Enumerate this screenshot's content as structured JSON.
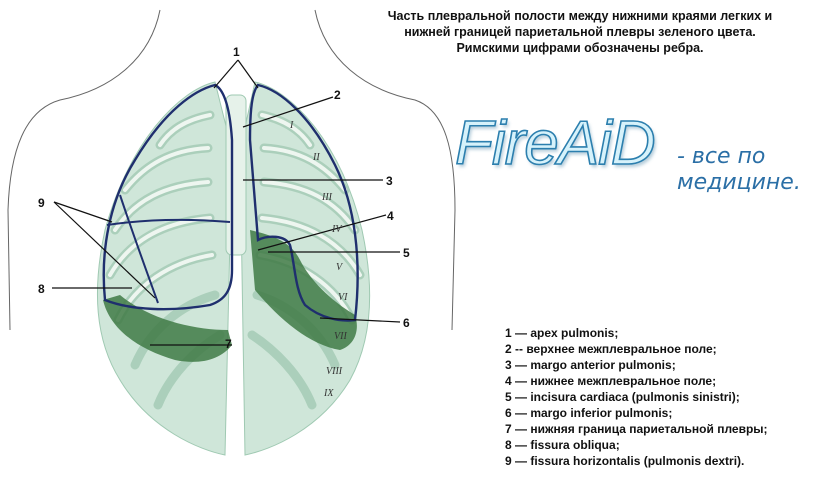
{
  "caption": {
    "line1": "Часть плевральной полости между нижними краями легких и",
    "line2": "нижней границей париетальной плевры зеленого цвета.",
    "line3": "Римскими цифрами обозначены ребра."
  },
  "logo": {
    "main": "FireAiD",
    "sub1": "- все по",
    "sub2": "медицине."
  },
  "labels": {
    "l1": "1",
    "l2": "2",
    "l3": "3",
    "l4": "4",
    "l5": "5",
    "l6": "6",
    "l7": "7",
    "l8": "8",
    "l9": "9"
  },
  "ribs": {
    "r1": "I",
    "r2": "II",
    "r3": "III",
    "r4": "IV",
    "r5": "V",
    "r6": "VI",
    "r7": "VII",
    "r8": "VIII",
    "r9": "IX"
  },
  "legend": [
    "1 — apex pulmonis;",
    "2 -- верхнее межплевральное поле;",
    "3 — margo anterior pulmonis;",
    "4 — нижнее межплевральное поле;",
    "5 — incisura cardiaca (pulmonis sinistri);",
    "6 — margo inferior pulmonis;",
    "7 — нижняя граница париетальной плевры;",
    "8 — fissura obliqua;",
    "9 — fissura horizontalis (pulmonis dextri)."
  ],
  "colors": {
    "pleura_light": "#cfe6d9",
    "pleura_dark": "#3f7a45",
    "lung_outline": "#1f2f6e",
    "rib": "#eef6f0"
  }
}
